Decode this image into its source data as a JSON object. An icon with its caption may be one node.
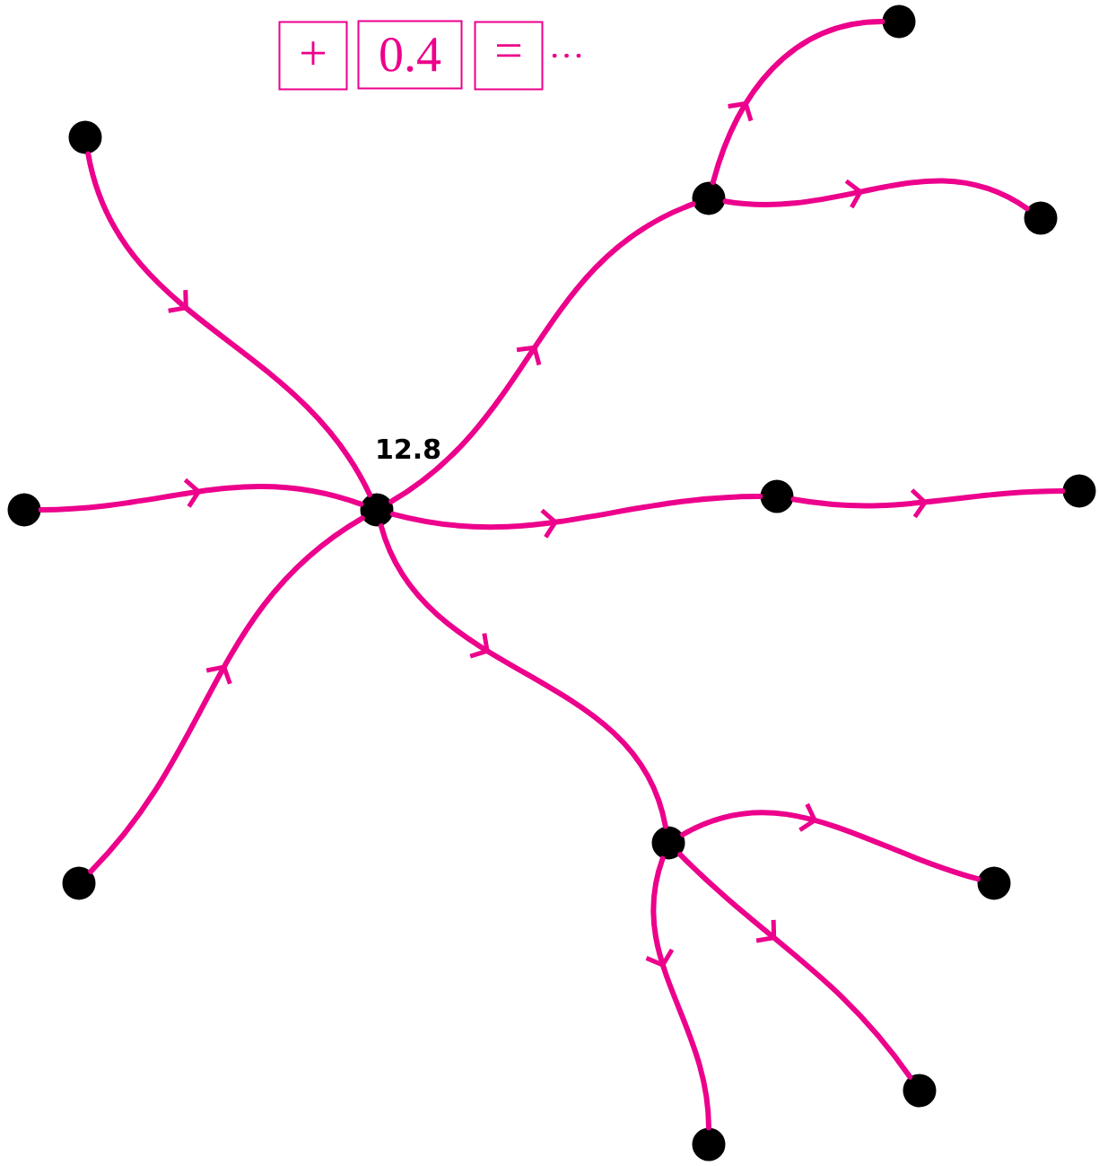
{
  "diagram": {
    "nodes": [
      {
        "text": [
          "+"
        ]
      },
      {
        "text": [
          "0.4"
        ]
      },
      {
        "text": [
          "="
        ]
      },
      {
        "text": [],
        "shape": "circle"
      },
      {
        "text": [],
        "shape": "circle"
      },
      {
        "text": [],
        "shape": "circle"
      },
      {
        "text": [],
        "shape": "circle"
      },
      {
        "text": [],
        "shape": "circle"
      },
      {
        "text": [],
        "shape": "circle",
        "beside": [
          "12.8"
        ]
      },
      {
        "text": [],
        "shape": "circle"
      },
      {
        "text": [],
        "shape": "circle"
      },
      {
        "text": [],
        "shape": "circle"
      },
      {
        "text": [],
        "shape": "circle"
      },
      {
        "text": [],
        "shape": "circle"
      },
      {
        "text": [],
        "shape": "circle"
      },
      {
        "text": [],
        "shape": "circle"
      }
    ],
    "edges": [
      {
        "from": 4,
        "to": 8,
        "arrow": "to"
      },
      {
        "from": 7,
        "to": 8,
        "arrow": "to"
      },
      {
        "from": 12,
        "to": 8,
        "arrow": "to"
      },
      {
        "from": 8,
        "to": 5,
        "arrow": "to"
      },
      {
        "from": 8,
        "to": 9,
        "arrow": "to"
      },
      {
        "from": 8,
        "to": 11,
        "arrow": "to"
      },
      {
        "from": 5,
        "to": 3,
        "arrow": "to"
      },
      {
        "from": 5,
        "to": 6,
        "arrow": "to"
      },
      {
        "from": 9,
        "to": 10,
        "arrow": "to"
      },
      {
        "from": 11,
        "to": 13,
        "arrow": "to"
      },
      {
        "from": 11,
        "to": 14,
        "arrow": "to"
      },
      {
        "from": 11,
        "to": 15,
        "arrow": "to"
      }
    ],
    "labels": [
      "…"
    ]
  }
}
